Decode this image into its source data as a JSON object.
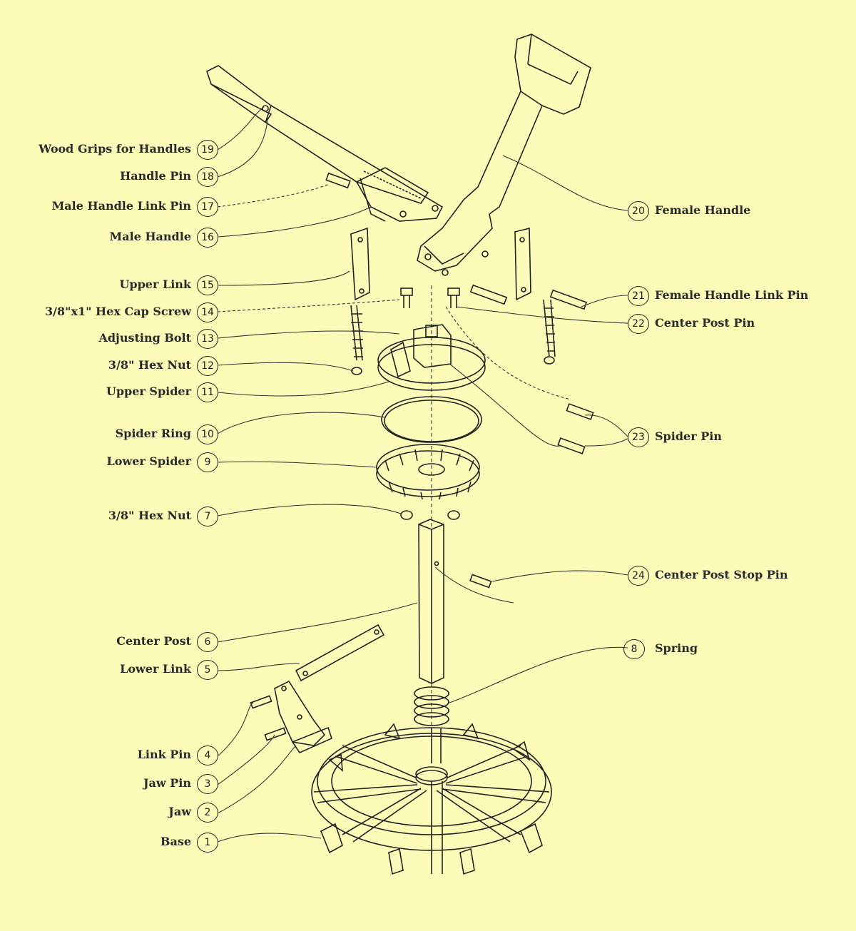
{
  "callouts": [
    {
      "num": "19",
      "label": "Wood Grips for Handles"
    },
    {
      "num": "18",
      "label": "Handle Pin"
    },
    {
      "num": "17",
      "label": "Male Handle Link Pin"
    },
    {
      "num": "16",
      "label": "Male Handle"
    },
    {
      "num": "15",
      "label": "Upper Link"
    },
    {
      "num": "14",
      "label": "3/8\"x1\" Hex Cap Screw"
    },
    {
      "num": "13",
      "label": "Adjusting Bolt"
    },
    {
      "num": "12",
      "label": "3/8\" Hex Nut"
    },
    {
      "num": "11",
      "label": "Upper Spider"
    },
    {
      "num": "10",
      "label": "Spider Ring"
    },
    {
      "num": "9",
      "label": "Lower Spider"
    },
    {
      "num": "7",
      "label": "3/8\" Hex Nut"
    },
    {
      "num": "6",
      "label": "Center Post"
    },
    {
      "num": "5",
      "label": "Lower Link"
    },
    {
      "num": "4",
      "label": "Link Pin"
    },
    {
      "num": "3",
      "label": "Jaw Pin"
    },
    {
      "num": "2",
      "label": "Jaw"
    },
    {
      "num": "1",
      "label": "Base"
    },
    {
      "num": "20",
      "label": "Female Handle"
    },
    {
      "num": "21",
      "label": "Female Handle Link Pin"
    },
    {
      "num": "22",
      "label": "Center Post Pin"
    },
    {
      "num": "23",
      "label": "Spider Pin"
    },
    {
      "num": "24",
      "label": "Center Post Stop Pin"
    },
    {
      "num": "8",
      "label": "Spring"
    }
  ],
  "colors": {
    "background": "#fcfcb8",
    "ink": "#222222"
  }
}
